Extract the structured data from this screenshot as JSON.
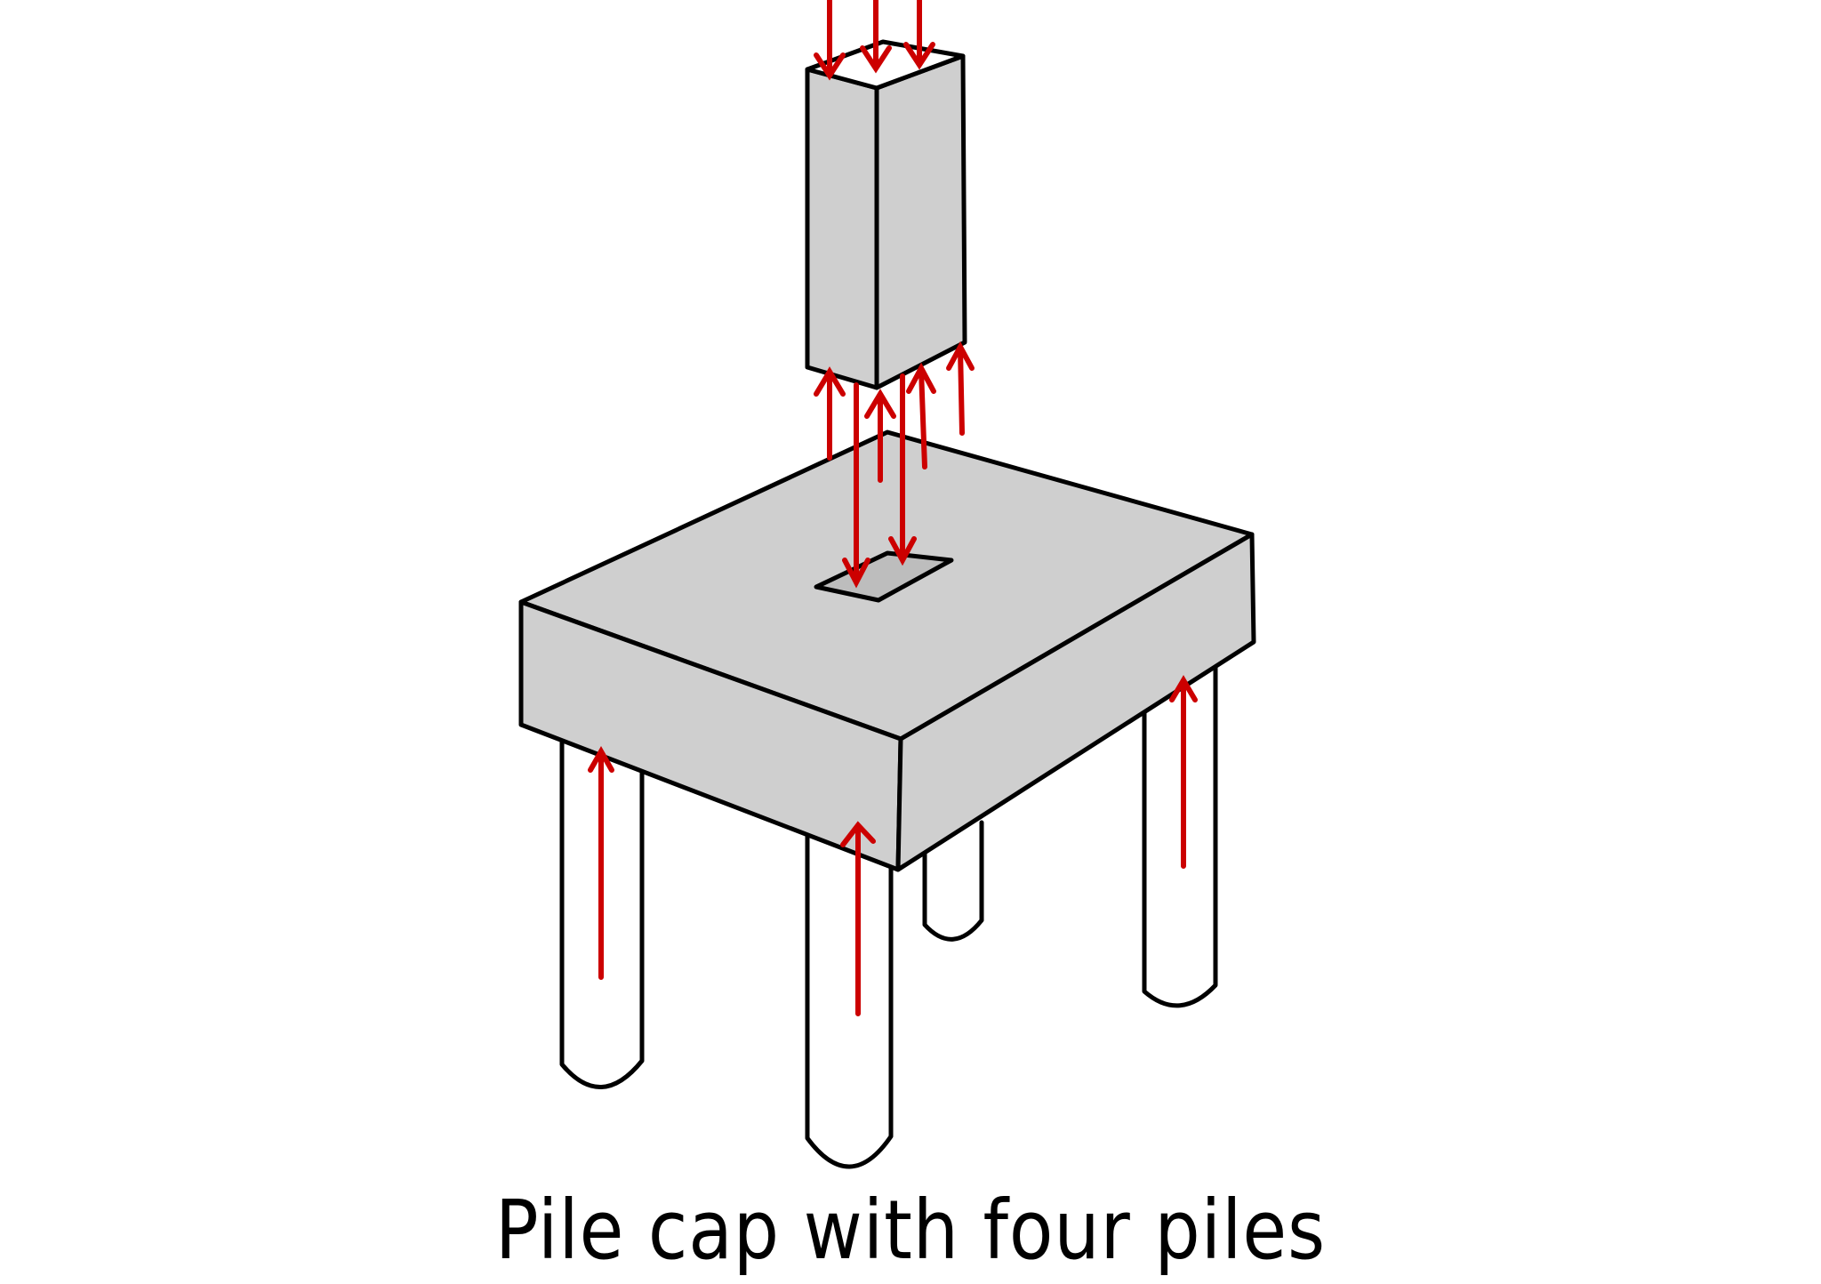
{
  "caption": "Pile cap with four piles",
  "colors": {
    "concrete": "#cfcfcf",
    "outline": "#000000",
    "force": "#cc0000",
    "background": "#ffffff"
  },
  "components": {
    "column": "column-loaded-from-above",
    "pile_cap": "rectangular-pile-cap",
    "piles": [
      "pile-front-left",
      "pile-front",
      "pile-back",
      "pile-right"
    ],
    "force_arrows": [
      "column-load-down",
      "cap-reaction-up",
      "pile-reaction-up"
    ]
  }
}
